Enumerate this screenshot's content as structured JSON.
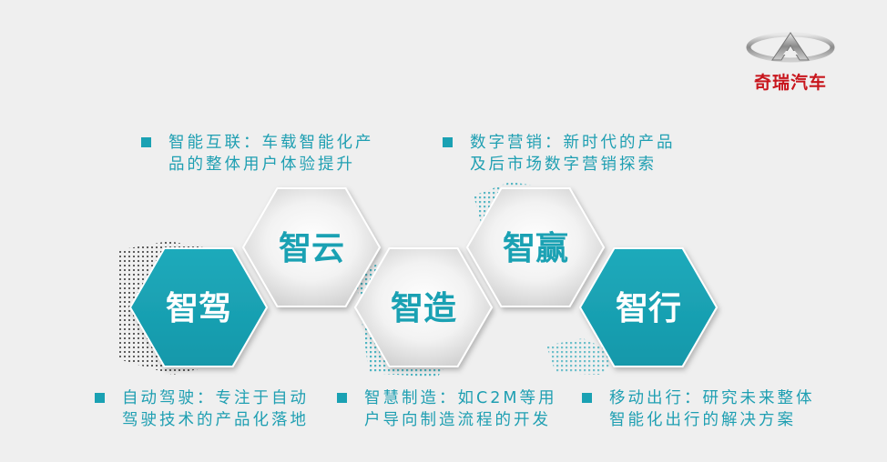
{
  "brand": {
    "logo_icon": "chery-emblem-icon",
    "name": "奇瑞汽车",
    "color": "#c8161d"
  },
  "colors": {
    "teal": "#1aa1b3",
    "teal_text": "#1f9fb2",
    "white": "#ffffff"
  },
  "hexagons": [
    {
      "label": "智驾",
      "style": "teal"
    },
    {
      "label": "智云",
      "style": "grey"
    },
    {
      "label": "智造",
      "style": "grey"
    },
    {
      "label": "智赢",
      "style": "grey"
    },
    {
      "label": "智行",
      "style": "teal"
    }
  ],
  "descriptions": [
    {
      "line1": "智能互联：车载智能化产",
      "line2": "品的整体用户体验提升"
    },
    {
      "line1": "数字营销：新时代的产品",
      "line2": "及后市场数字营销探索"
    },
    {
      "line1": "自动驾驶：专注于自动",
      "line2": "驾驶技术的产品化落地"
    },
    {
      "line1": "智慧制造：如C2M等用",
      "line2": "户导向制造流程的开发"
    },
    {
      "line1": "移动出行：研究未来整体",
      "line2": "智能化出行的解决方案"
    }
  ]
}
